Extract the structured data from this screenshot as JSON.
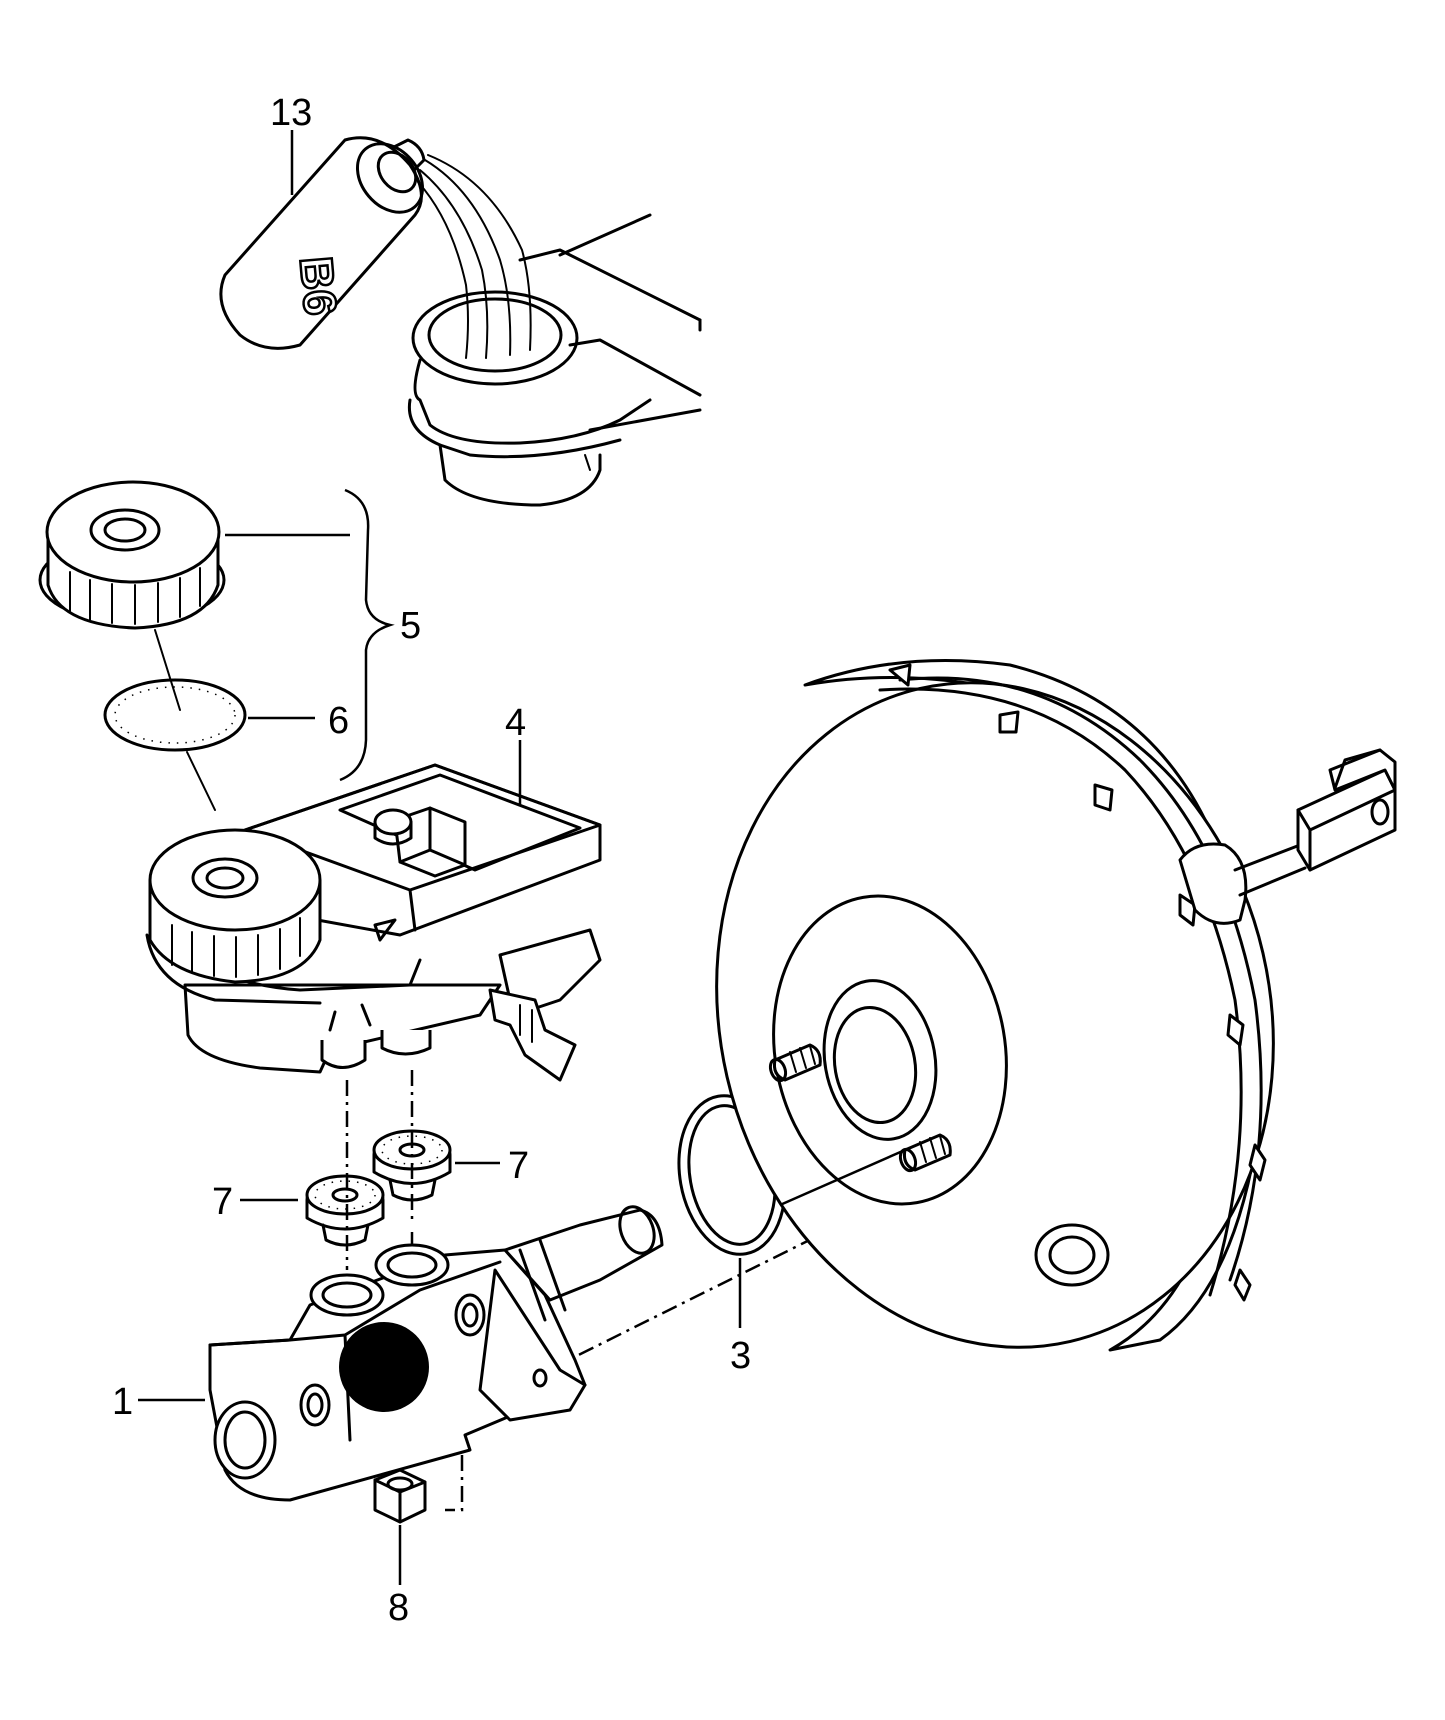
{
  "callouts": {
    "c1": "1",
    "c3": "3",
    "c4": "4",
    "c5": "5",
    "c6": "6",
    "c7a": "7",
    "c7b": "7",
    "c8": "8",
    "c13": "13"
  },
  "bottle_marking": "B6",
  "colors": {
    "line": "#000000",
    "background": "#ffffff"
  }
}
